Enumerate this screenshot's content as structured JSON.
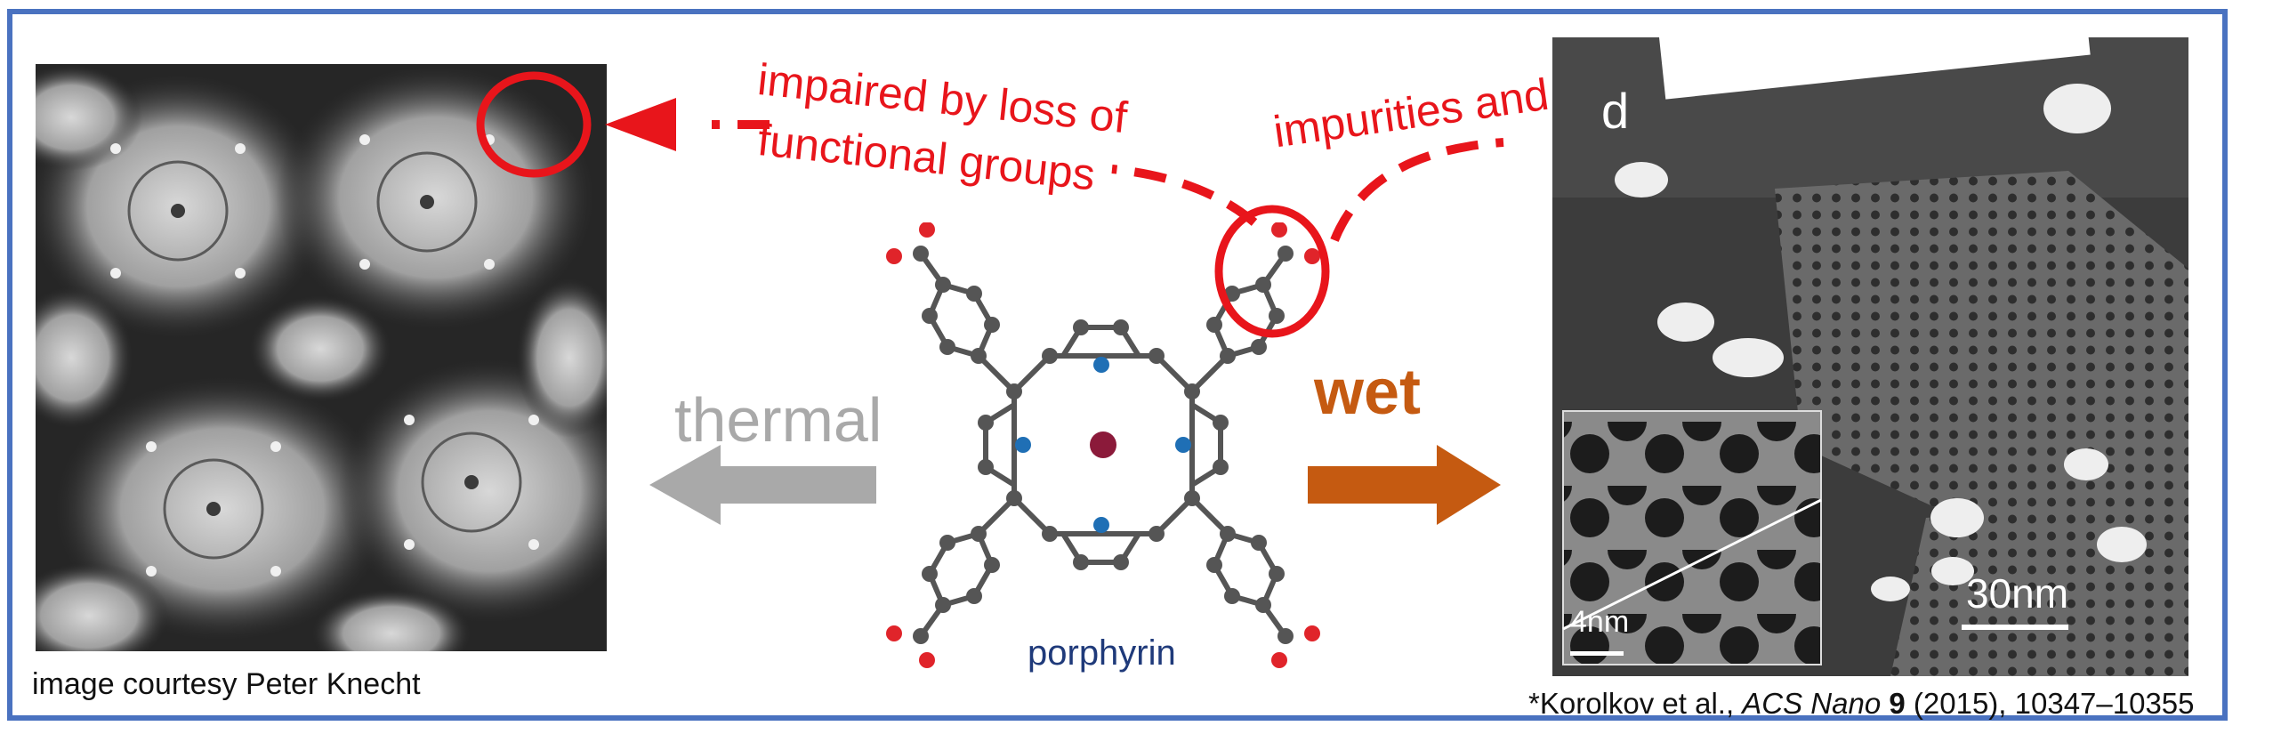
{
  "annotations": {
    "loss_label_line1": "impaired by loss of",
    "loss_label_line2": "functional groups",
    "impurities_label": "impurities and defects"
  },
  "methods": {
    "thermal_label": "thermal",
    "wet_label": "wet"
  },
  "molecule": {
    "name_label": "porphyrin"
  },
  "left_image": {
    "credit": "image courtesy Peter Knecht"
  },
  "right_image": {
    "scale_main": "30nm",
    "scale_inset": "4nm",
    "panel_letter": "d",
    "reference": {
      "authors": "*Korolkov et al., ",
      "journal": "ACS Nano",
      "volume": "9",
      "rest": " (2015), 10347–10355"
    }
  },
  "colors": {
    "frame": "#4a72c0",
    "annotation_red": "#e8151b",
    "thermal_gray": "#a9a9a9",
    "wet_orange": "#c55a11",
    "porphyrin_label": "#1f3a7a",
    "metal_center": "#8b1a3a",
    "nitrogen": "#1f6fb5",
    "oxygen": "#e0242a",
    "carbon": "#555555"
  }
}
